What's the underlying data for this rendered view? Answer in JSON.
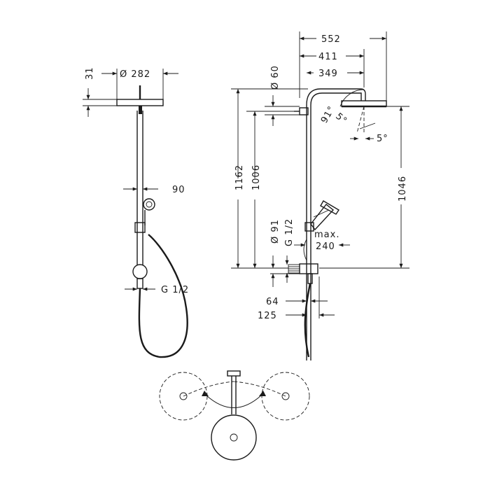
{
  "colors": {
    "line": "#1a1a1a",
    "background": "#ffffff"
  },
  "side_view": {
    "height_31": "31",
    "diameter_282": "Ø 282",
    "width_90": "90",
    "thread": "G 1/2"
  },
  "front_view": {
    "width_552": "552",
    "width_411": "411",
    "width_349": "349",
    "diameter_60": "Ø 60",
    "angle_91": "91°",
    "angle_5_top": "5°",
    "angle_5_right": "5°",
    "height_1162": "1162",
    "height_1006": "1006",
    "height_1046": "1046",
    "diameter_91": "Ø 91",
    "thread": "G 1/2",
    "max_label": "max.",
    "max_value": "240",
    "dim_64": "64",
    "dim_125": "125"
  }
}
